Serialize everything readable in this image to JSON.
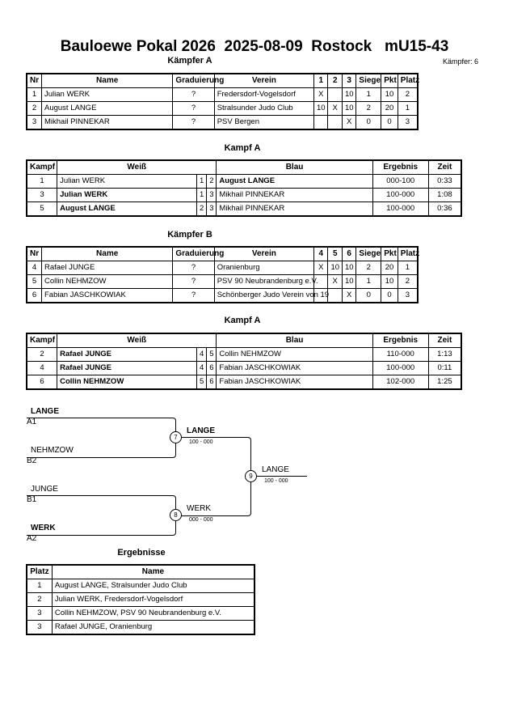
{
  "title": "Bauloewe Pokal 2026  2025-08-09  Rostock   mU15-43",
  "fighters_count": "Kämpfer: 6",
  "pool_a": {
    "heading": "Kämpfer A",
    "headers": [
      "Nr",
      "Name",
      "Graduierung",
      "Verein",
      "1",
      "2",
      "3",
      "Siege",
      "Pkt",
      "Platz"
    ],
    "rows": [
      [
        "1",
        "Julian WERK",
        "?",
        "Fredersdorf-Vogelsdorf",
        "X",
        "",
        "10",
        "1",
        "10",
        "2"
      ],
      [
        "2",
        "August LANGE",
        "?",
        "Stralsunder Judo Club",
        "10",
        "X",
        "10",
        "2",
        "20",
        "1"
      ],
      [
        "3",
        "Mikhail PINNEKAR",
        "?",
        "PSV Bergen",
        "",
        "",
        "X",
        "0",
        "0",
        "3"
      ]
    ]
  },
  "fights_a": {
    "heading": "Kampf A",
    "headers": [
      "Kampf",
      "Weiß",
      "Blau",
      "Ergebnis",
      "Zeit"
    ],
    "rows": [
      {
        "kampf": "1",
        "weiss": "Julian WERK",
        "w": "1",
        "b": "2",
        "blau": "August LANGE",
        "ergebnis": "000-100",
        "zeit": "0:33",
        "winner": "blau"
      },
      {
        "kampf": "3",
        "weiss": "Julian WERK",
        "w": "1",
        "b": "3",
        "blau": "Mikhail PINNEKAR",
        "ergebnis": "100-000",
        "zeit": "1:08",
        "winner": "weiss"
      },
      {
        "kampf": "5",
        "weiss": "August LANGE",
        "w": "2",
        "b": "3",
        "blau": "Mikhail PINNEKAR",
        "ergebnis": "100-000",
        "zeit": "0:36",
        "winner": "weiss"
      }
    ]
  },
  "pool_b": {
    "heading": "Kämpfer B",
    "headers": [
      "Nr",
      "Name",
      "Graduierung",
      "Verein",
      "4",
      "5",
      "6",
      "Siege",
      "Pkt",
      "Platz"
    ],
    "rows": [
      [
        "4",
        "Rafael JUNGE",
        "?",
        "Oranienburg",
        "X",
        "10",
        "10",
        "2",
        "20",
        "1"
      ],
      [
        "5",
        "Collin NEHMZOW",
        "?",
        "PSV 90 Neubrandenburg e.V.",
        "",
        "X",
        "10",
        "1",
        "10",
        "2"
      ],
      [
        "6",
        "Fabian JASCHKOWIAK",
        "?",
        "Schönberger Judo Verein von 19",
        "",
        "",
        "X",
        "0",
        "0",
        "3"
      ]
    ]
  },
  "fights_b": {
    "heading": "Kampf A",
    "headers": [
      "Kampf",
      "Weiß",
      "Blau",
      "Ergebnis",
      "Zeit"
    ],
    "rows": [
      {
        "kampf": "2",
        "weiss": "Rafael JUNGE",
        "w": "4",
        "b": "5",
        "blau": "Collin NEHMZOW",
        "ergebnis": "110-000",
        "zeit": "1:13",
        "winner": "weiss"
      },
      {
        "kampf": "4",
        "weiss": "Rafael JUNGE",
        "w": "4",
        "b": "6",
        "blau": "Fabian JASCHKOWIAK",
        "ergebnis": "100-000",
        "zeit": "0:11",
        "winner": "weiss"
      },
      {
        "kampf": "6",
        "weiss": "Collin NEHMZOW",
        "w": "5",
        "b": "6",
        "blau": "Fabian JASCHKOWIAK",
        "ergebnis": "102-000",
        "zeit": "1:25",
        "winner": "weiss"
      }
    ]
  },
  "bracket": {
    "entries": [
      {
        "name": "LANGE",
        "seed": "A1",
        "bold": true
      },
      {
        "name": "NEHMZOW",
        "seed": "B2",
        "bold": false
      },
      {
        "name": "JUNGE",
        "seed": "B1",
        "bold": false
      },
      {
        "name": "WERK",
        "seed": "A2",
        "bold": true
      }
    ],
    "semi1": {
      "num": "7",
      "winner": "LANGE",
      "score": "100 - 000"
    },
    "semi2": {
      "num": "8",
      "winner": "WERK",
      "score": "000 - 000"
    },
    "final": {
      "num": "9",
      "winner": "LANGE",
      "score": "100 - 000"
    }
  },
  "results": {
    "heading": "Ergebnisse",
    "headers": [
      "Platz",
      "Name"
    ],
    "rows": [
      [
        "1",
        "August LANGE, Stralsunder Judo Club"
      ],
      [
        "2",
        "Julian WERK, Fredersdorf-Vogelsdorf"
      ],
      [
        "3",
        "Collin NEHMZOW, PSV 90 Neubrandenburg e.V."
      ],
      [
        "3",
        "Rafael JUNGE, Oranienburg"
      ]
    ]
  }
}
